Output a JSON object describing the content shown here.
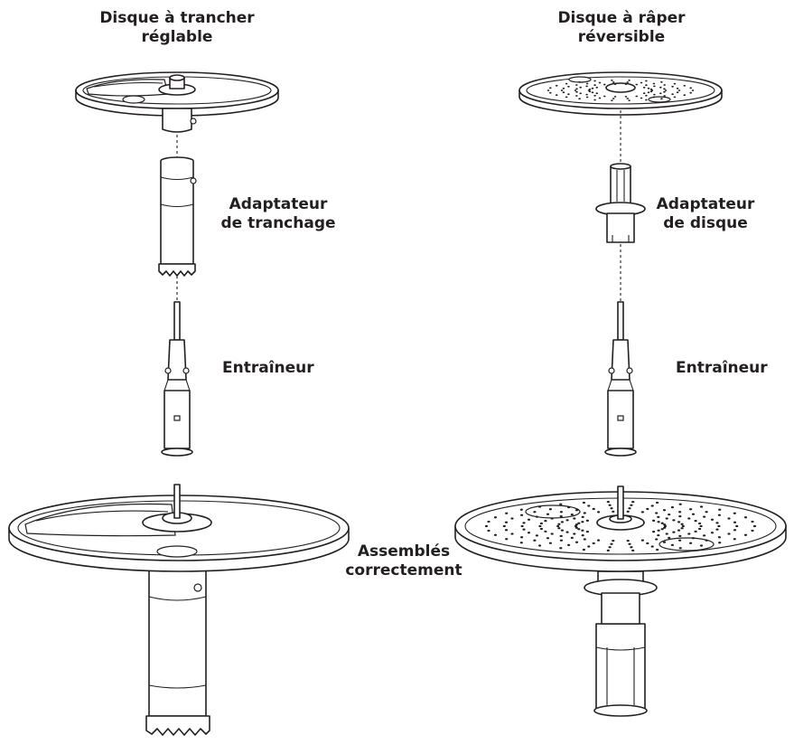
{
  "labels": {
    "slicing_disc": [
      "Disque à trancher",
      "réglable"
    ],
    "slicing_adapter": [
      "Adaptateur",
      "de tranchage"
    ],
    "drive_left": "Entraîneur",
    "shredding_disc": [
      "Disque à râper",
      "réversible"
    ],
    "disc_adapter": [
      "Adaptateur",
      "de disque"
    ],
    "drive_right": "Entraîneur",
    "assembled": [
      "Assemblés",
      "correctement"
    ]
  }
}
